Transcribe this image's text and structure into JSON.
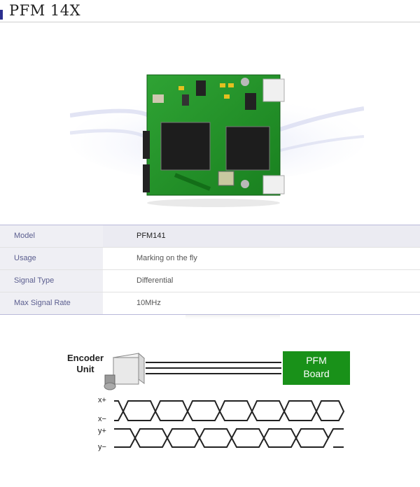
{
  "header": {
    "title": "PFM 14X"
  },
  "spec_table": [
    {
      "label": "Model",
      "value": "PFM141"
    },
    {
      "label": "Usage",
      "value": "Marking on the fly"
    },
    {
      "label": "Signal Type",
      "value": "Differential"
    },
    {
      "label": "Max Signal Rate",
      "value": "10MHz"
    }
  ],
  "diagram": {
    "encoder_line1": "Encoder",
    "encoder_line2": "Unit",
    "board_line1": "PFM",
    "board_line2": "Board",
    "signals": [
      "x+",
      "x−",
      "y+",
      "y−"
    ],
    "board_color": "#199119"
  }
}
